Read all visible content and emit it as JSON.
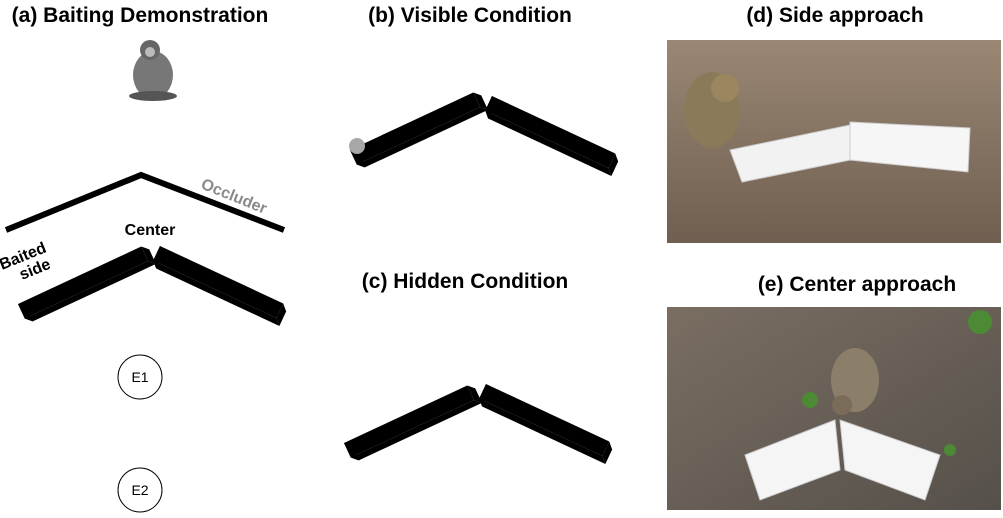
{
  "panels": {
    "a": {
      "title": "(a) Baiting Demonstration",
      "occluder_label": "Occluder",
      "center_label": "Center",
      "baited_label_1": "Baited",
      "baited_label_2": "side",
      "experimenters": [
        "E1",
        "E2"
      ]
    },
    "b": {
      "title": "(b) Visible Condition"
    },
    "c": {
      "title": "(c) Hidden Condition"
    },
    "d": {
      "title": "(d) Side approach"
    },
    "e": {
      "title": "(e) Center approach"
    }
  },
  "colors": {
    "bait": "#a8a8a8",
    "occluder_text": "#8a8a8a",
    "ground": "#8b7a66"
  }
}
